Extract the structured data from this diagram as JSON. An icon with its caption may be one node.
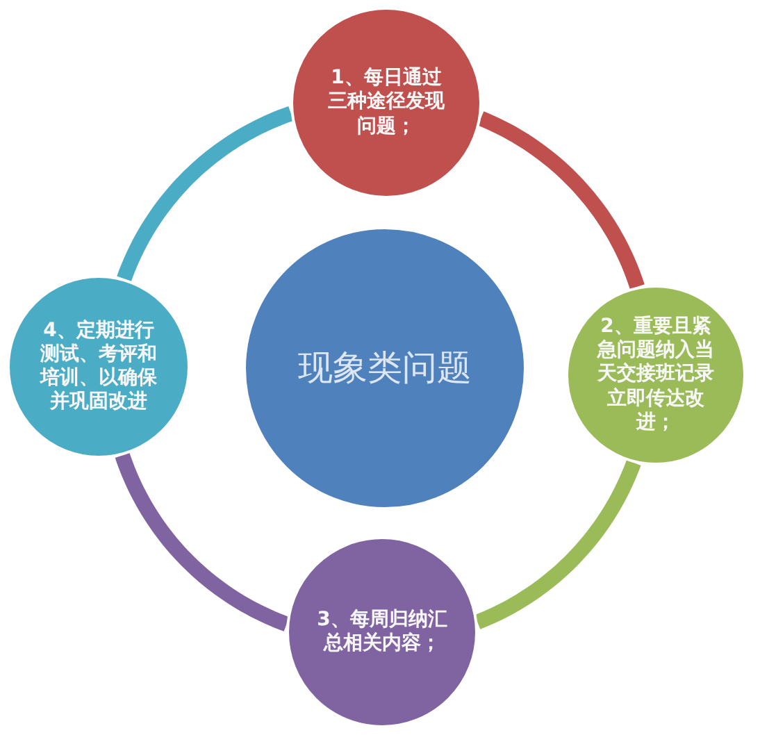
{
  "diagram": {
    "nodes": [
      {
        "text": [
          "现象类问题"
        ]
      },
      {
        "text": [
          "1、每日通过三种途径发现问题；"
        ]
      },
      {
        "text": [
          "2、重要且紧急问题纳入当天交接班记录立即传达改进；"
        ]
      },
      {
        "text": [
          "3、每周归纳汇总相关内容；"
        ]
      },
      {
        "text": [
          "4、定期进行测试、考评和培训、以确保并巩固改进"
        ]
      }
    ],
    "edges": [
      {
        "from": 1,
        "to": 2,
        "arrow": "none",
        "color": "#c0504d"
      },
      {
        "from": 2,
        "to": 3,
        "arrow": "none",
        "color": "#9bbb59"
      },
      {
        "from": 3,
        "to": 4,
        "arrow": "none",
        "color": "#8064a2"
      },
      {
        "from": 4,
        "to": 1,
        "arrow": "none",
        "color": "#4bacc6"
      }
    ]
  }
}
